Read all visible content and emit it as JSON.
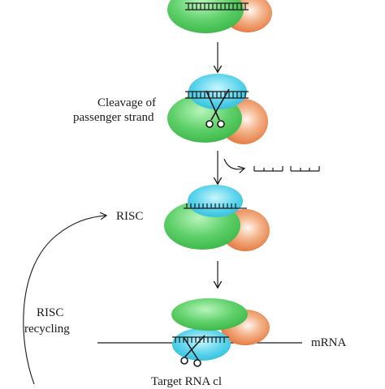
{
  "labels": {
    "cleavage_line1": "Cleavage of",
    "cleavage_line2": "passenger strand",
    "risc": "RISC",
    "recycling_line1": "RISC",
    "recycling_line2": "recycling",
    "mrna": "mRNA",
    "bottom_partial": "Target RNA cl"
  },
  "colors": {
    "green": "#4ec95a",
    "green_light": "#a6efab",
    "cyan": "#4fd0ea",
    "cyan_light": "#b5f1fb",
    "orange": "#ec8a4c",
    "orange_light": "#fde2d0",
    "ink": "#1a1a1a"
  }
}
